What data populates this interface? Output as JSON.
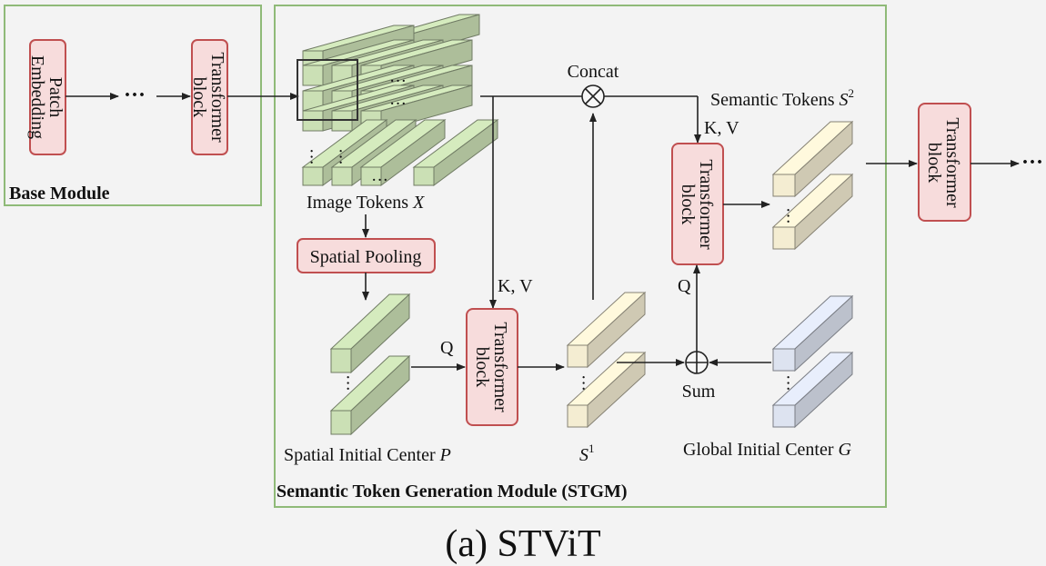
{
  "caption": "(a) STViT",
  "base_module": {
    "title": "Base Module",
    "patch_embedding": [
      "Patch",
      "Embedding"
    ],
    "ellipsis": "···",
    "transformer_block": [
      "Transformer",
      "block"
    ]
  },
  "stgm": {
    "title": "Semantic Token Generation Module (STGM)",
    "image_tokens_label": "Image Tokens",
    "image_tokens_symbol": "X",
    "spatial_pooling": "Spatial Pooling",
    "spatial_initial_center_label": "Spatial Initial Center",
    "spatial_initial_center_symbol": "P",
    "s1_symbol": "S",
    "s1_sup": "1",
    "global_initial_center_label": "Global Initial Center",
    "global_initial_center_symbol": "G",
    "semantic_tokens_label": "Semantic Tokens",
    "semantic_tokens_symbol": "S",
    "semantic_tokens_sup": "2",
    "concat_label": "Concat",
    "sum_label": "Sum",
    "kv_label": "K, V",
    "q_label": "Q",
    "transformer_block": [
      "Transformer",
      "block"
    ]
  },
  "outside": {
    "transformer_block": [
      "Transformer",
      "block"
    ],
    "ellipsis": "···"
  },
  "colors": {
    "background": "#f3f3f3",
    "module_border": "#8fba78",
    "block_fill": "#f7dcdc",
    "block_border": "#c04f50",
    "green_token": "#cbe0b5",
    "yellow_token": "#f4edd2",
    "blue_token": "#dde3f0"
  }
}
